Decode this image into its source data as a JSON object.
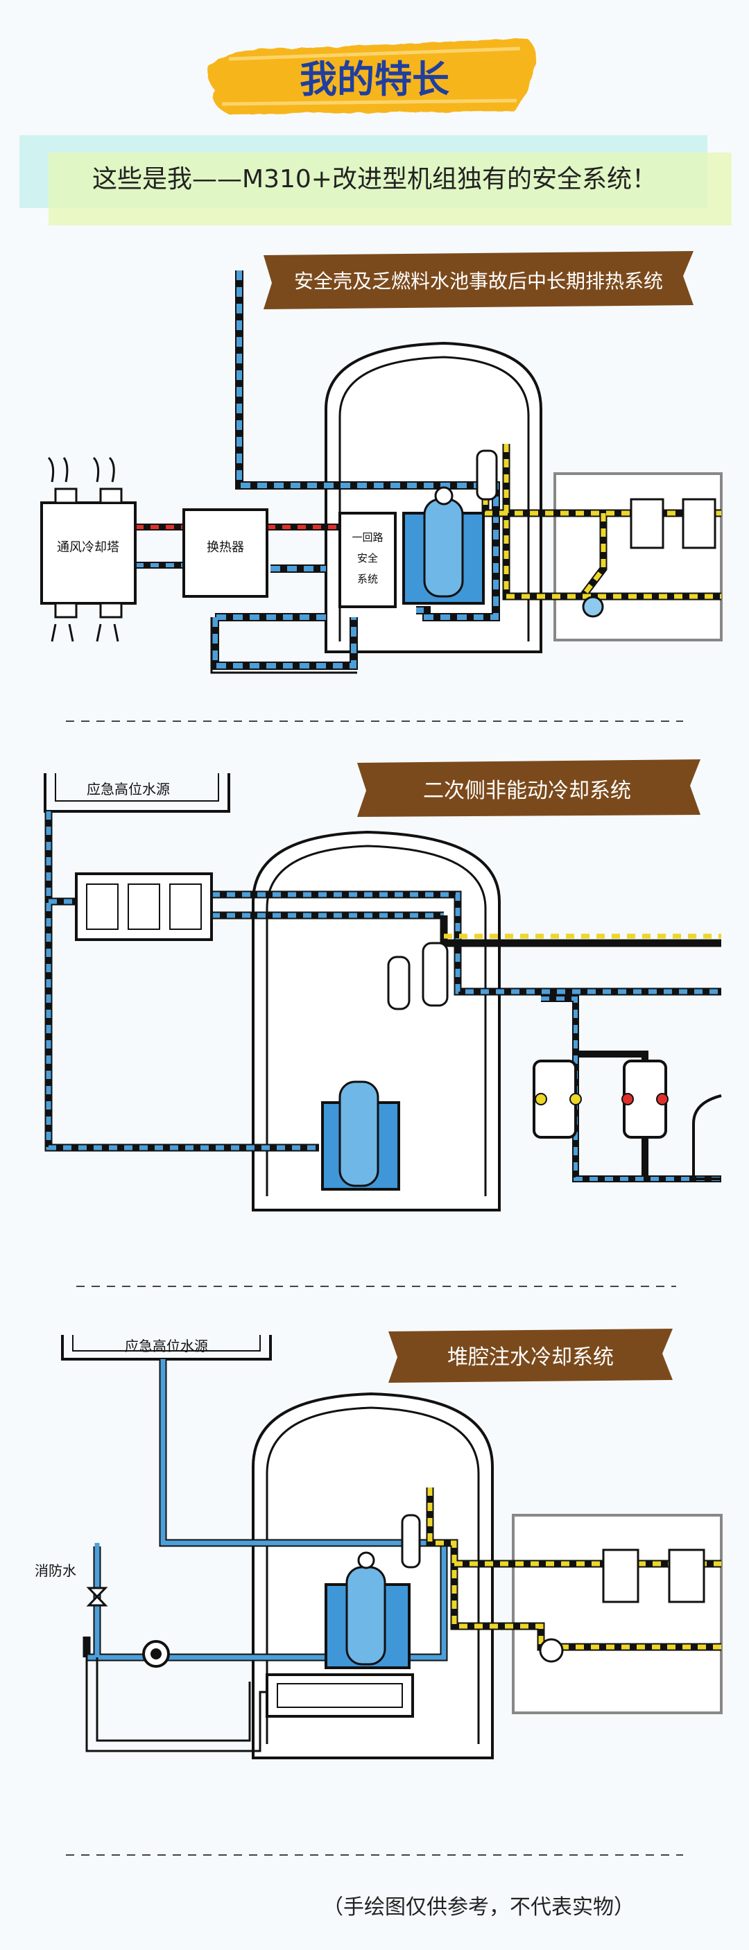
{
  "header": {
    "title": "我的特长",
    "subtitle": "这些是我——M310+改进型机组独有的安全系统！"
  },
  "sections": [
    {
      "title": "安全壳及乏燃料水池事故后中长期排热系统",
      "labels": {
        "tower": "通风冷却塔",
        "exchanger": "换热器",
        "loop_1": "一回路",
        "loop_2": "安全",
        "loop_3": "系统"
      }
    },
    {
      "title": "二次侧非能动冷却系统",
      "labels": {
        "tank": "应急高位水源"
      }
    },
    {
      "title": "堆腔注水冷却系统",
      "labels": {
        "tank": "应急高位水源",
        "fire_water": "消防水"
      }
    }
  ],
  "footer": {
    "note": "（手绘图仅供参考，不代表实物）"
  },
  "colors": {
    "banner_yellow": "#f7b51e",
    "title_blue": "#1f3f9f",
    "ribbon_brown": "#7b4a1c",
    "pipe_blue": "#4d9fd9",
    "pipe_yellow": "#ecd72a",
    "vessel_blue": "#3f97d8",
    "hot_red": "#e0302c"
  }
}
